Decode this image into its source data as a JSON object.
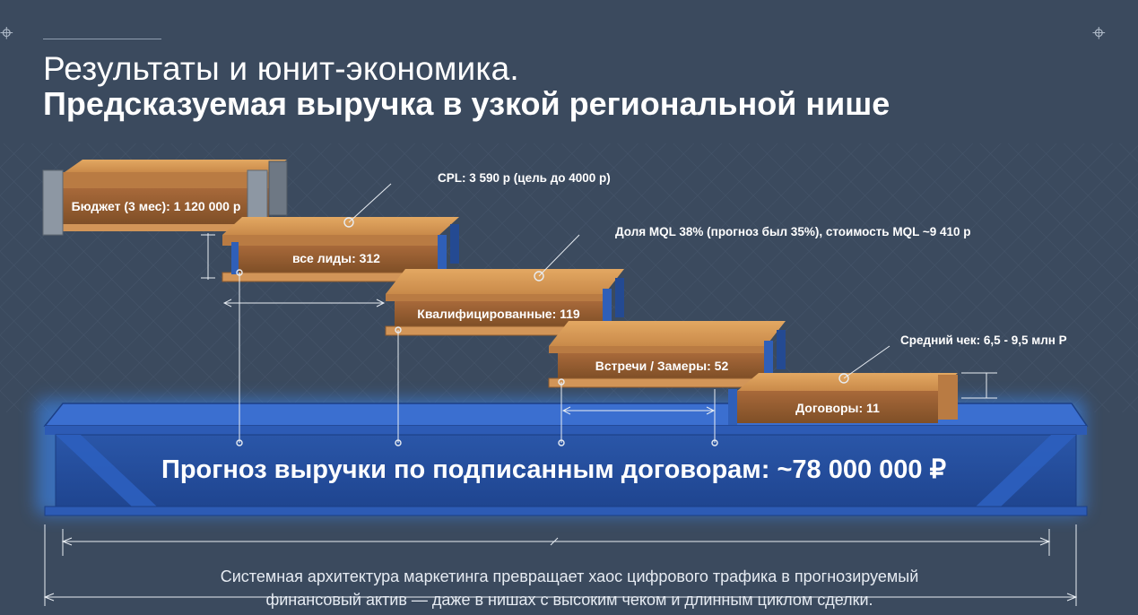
{
  "title": {
    "line1": "Результаты и юнит-экономика.",
    "line2": "Предсказуемая выручка в узкой региональной нише"
  },
  "steps": [
    {
      "label": "Бюджет (3 мес): 1 120 000 р"
    },
    {
      "label": "все лиды: 312"
    },
    {
      "label": "Квалифицированные: 119"
    },
    {
      "label": "Встречи / Замеры: 52"
    },
    {
      "label": "Договоры: 11"
    }
  ],
  "annotations": {
    "cpl": "CPL: 3 590 р (цель до 4000 р)",
    "mql": "Доля MQL 38% (прогноз был 35%), стоимость MQL ~9 410 р",
    "avg_check": "Средний чек: 6,5 - 9,5 млн Р"
  },
  "beam": {
    "text": "Прогноз выручки по подписанным договорам: ~78 000 000 ₽"
  },
  "footer": {
    "line1": "Системная архитектура маркетинга превращает хаос цифрового трафика в прогнозируемый",
    "line2": "финансовый актив — даже в нишах с высоким чеком и длинным циклом сделки."
  },
  "colors": {
    "background": "#3b4a5e",
    "beam": "#2f5fb8",
    "beam_glow": "#3a8cff",
    "wood": "#c98a4a",
    "wood_dark": "#8e5a2d",
    "steel": "#8d97a3"
  }
}
